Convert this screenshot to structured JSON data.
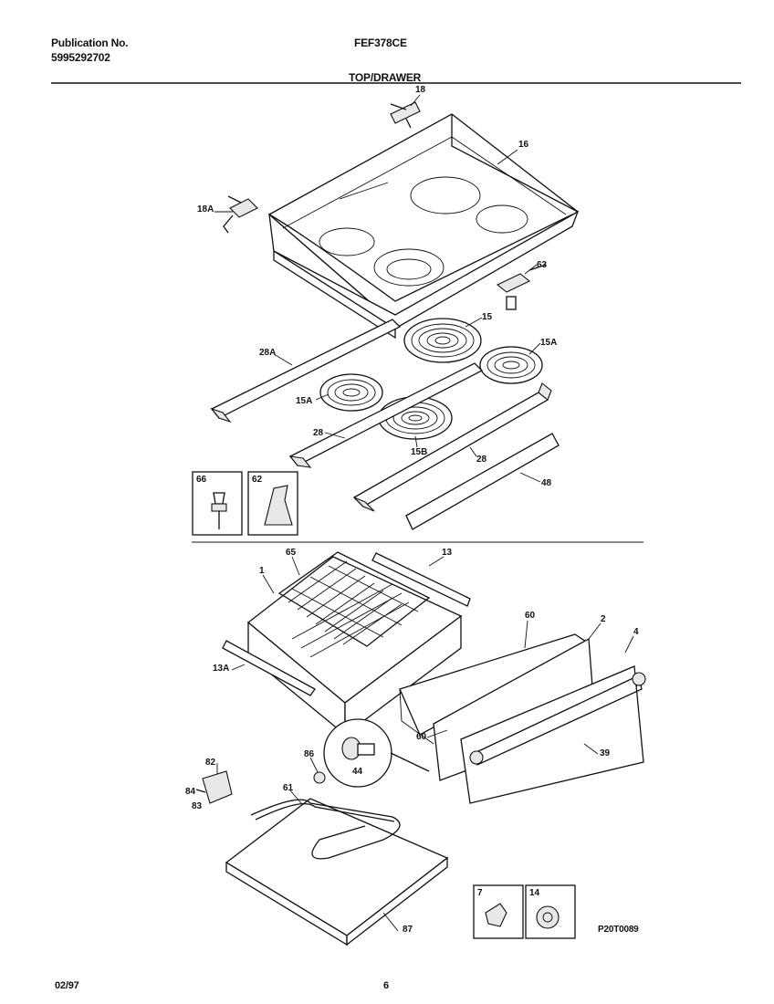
{
  "header": {
    "publication_label": "Publication No.",
    "publication_number": "5995292702",
    "model": "FEF378CE",
    "section_title": "TOP/DRAWER"
  },
  "footer": {
    "date": "02/97",
    "page": "6",
    "drawing_code": "P20T0089"
  },
  "callouts": {
    "c18": "18",
    "c16": "16",
    "c18A": "18A",
    "c63": "63",
    "c15": "15",
    "c15A_right": "15A",
    "c28A": "28A",
    "c15A_left": "15A",
    "c28_left": "28",
    "c15B": "15B",
    "c28_right": "28",
    "c48": "48",
    "c66_box": "66",
    "c62_box": "62",
    "c65": "65",
    "c13": "13",
    "c1": "1",
    "c60_top": "60",
    "c2": "2",
    "c4": "4",
    "c13A": "13A",
    "c60_mid": "60",
    "c39": "39",
    "c86": "86",
    "c44": "44",
    "c82": "82",
    "c84": "84",
    "c83": "83",
    "c61": "61",
    "c87": "87",
    "c7_box": "7",
    "c14_box": "14"
  }
}
